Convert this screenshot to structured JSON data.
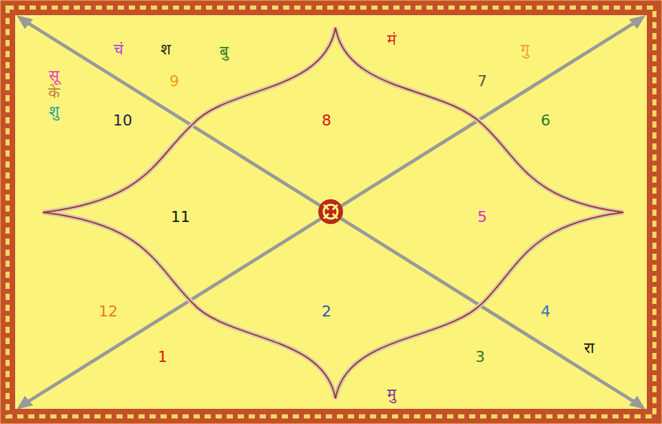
{
  "diagram": {
    "labels": [
      "चं",
      "श",
      "बु",
      "मं",
      "गु",
      "9",
      "7",
      "सू",
      "के",
      "शु",
      "10",
      "8",
      "6",
      "11",
      "5",
      "12",
      "2",
      "4",
      "रा",
      "1",
      "3",
      "मु"
    ]
  }
}
